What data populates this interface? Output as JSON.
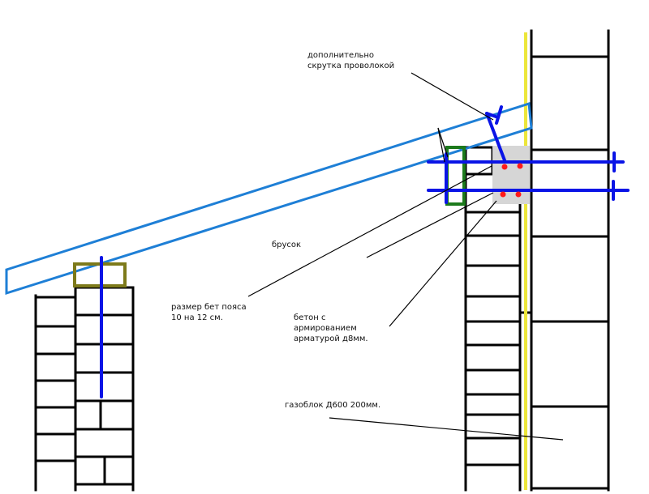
{
  "colors": {
    "background": "#ffffff",
    "masonry": "#000000",
    "rafter": "#1e7fd6",
    "rebar": "#0a14e6",
    "batten": "#1c7a1c",
    "top_plate": "#7d7a1a",
    "insulation": "#ece63a",
    "concrete": "#d6d6d6",
    "rebar_points": "#ff1a1a",
    "leader": "#000000"
  },
  "labels": {
    "wire_twist": [
      "дополнительно",
      "скрутка проволокой"
    ],
    "batten": [
      "брусок"
    ],
    "belt_size": [
      "размер бет пояса",
      "10 на 12 см."
    ],
    "concrete": [
      "бетон с",
      "армированием",
      "арматурой д8мм."
    ],
    "gas_block": [
      "газоблок Д600 200мм."
    ]
  }
}
